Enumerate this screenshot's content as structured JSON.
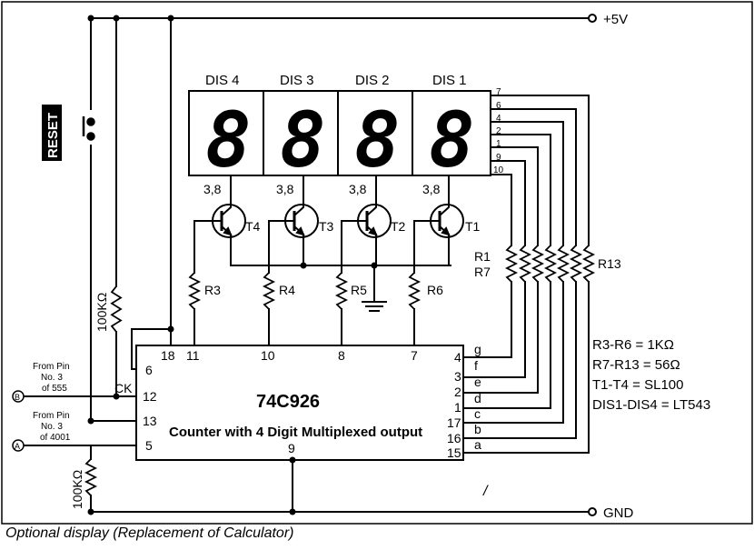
{
  "title_chip": "74C926",
  "chip_subtitle": "Counter with 4 Digit Multiplexed output",
  "caption": "Optional display (Replacement of Calculator)",
  "supply": {
    "vcc": "+5V",
    "gnd": "GND"
  },
  "reset_label": "RESET",
  "displays": [
    "DIS 4",
    "DIS 3",
    "DIS 2",
    "DIS 1"
  ],
  "display_digit_glyph": "8",
  "display_pin_label": "3,8",
  "transistors": [
    "T4",
    "T3",
    "T2",
    "T1"
  ],
  "base_resistors": [
    "R3",
    "R4",
    "R5",
    "R6"
  ],
  "seg_resistor_labels": [
    "R1",
    "R7",
    "R13"
  ],
  "pull_resistors": [
    "100KΩ",
    "100KΩ"
  ],
  "chip_pins_left": [
    "6",
    "12",
    "13",
    "5"
  ],
  "chip_pins_top": [
    "18",
    "11",
    "10",
    "8",
    "7"
  ],
  "chip_pins_right": [
    "4",
    "3",
    "2",
    "1",
    "17",
    "16",
    "15"
  ],
  "chip_pin_bottom": "9",
  "segment_letters": [
    "g",
    "f",
    "e",
    "d",
    "c",
    "b",
    "a"
  ],
  "display_pins": [
    "7",
    "6",
    "4",
    "2",
    "1",
    "9",
    "10"
  ],
  "ck_label": "CK",
  "input_b": {
    "marker": "B",
    "text": [
      "From Pin",
      "No. 3",
      "of 555"
    ]
  },
  "input_a": {
    "marker": "A",
    "text": [
      "From Pin",
      "No. 3",
      "of 4001"
    ]
  },
  "notes": [
    "R3-R6 = 1KΩ",
    "R7-R13 = 56Ω",
    "T1-T4 = SL100",
    "DIS1-DIS4 = LT543"
  ],
  "slash_mark": "/"
}
